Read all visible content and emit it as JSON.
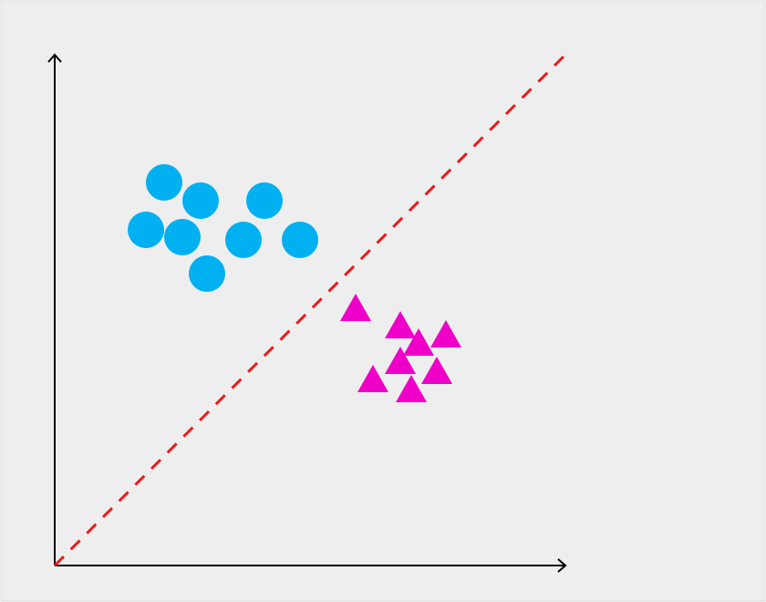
{
  "chart_data": {
    "type": "scatter",
    "title": "",
    "xlabel": "",
    "ylabel": "",
    "xlim": [
      0,
      560
    ],
    "ylim": [
      0,
      560
    ],
    "grid": false,
    "legend": "none",
    "background_color": "#eeeeee",
    "axis_color": "#000000",
    "series": [
      {
        "marker": "circle",
        "color": "#00b0f0",
        "points": [
          {
            "x": 120,
            "y": 420
          },
          {
            "x": 160,
            "y": 400
          },
          {
            "x": 230,
            "y": 400
          },
          {
            "x": 100,
            "y": 368
          },
          {
            "x": 140,
            "y": 360
          },
          {
            "x": 207,
            "y": 357
          },
          {
            "x": 269,
            "y": 357
          },
          {
            "x": 167,
            "y": 320
          }
        ]
      },
      {
        "marker": "triangle",
        "color": "#ee00c8",
        "points": [
          {
            "x": 330,
            "y": 282
          },
          {
            "x": 379,
            "y": 263
          },
          {
            "x": 429,
            "y": 253
          },
          {
            "x": 399,
            "y": 244
          },
          {
            "x": 379,
            "y": 224
          },
          {
            "x": 419,
            "y": 213
          },
          {
            "x": 349,
            "y": 204
          },
          {
            "x": 391,
            "y": 193
          }
        ]
      }
    ],
    "reference_line": {
      "style": "dashed",
      "color": "#e81c1c",
      "from": {
        "x": 0,
        "y": 0
      },
      "to": {
        "x": 560,
        "y": 560
      }
    }
  }
}
